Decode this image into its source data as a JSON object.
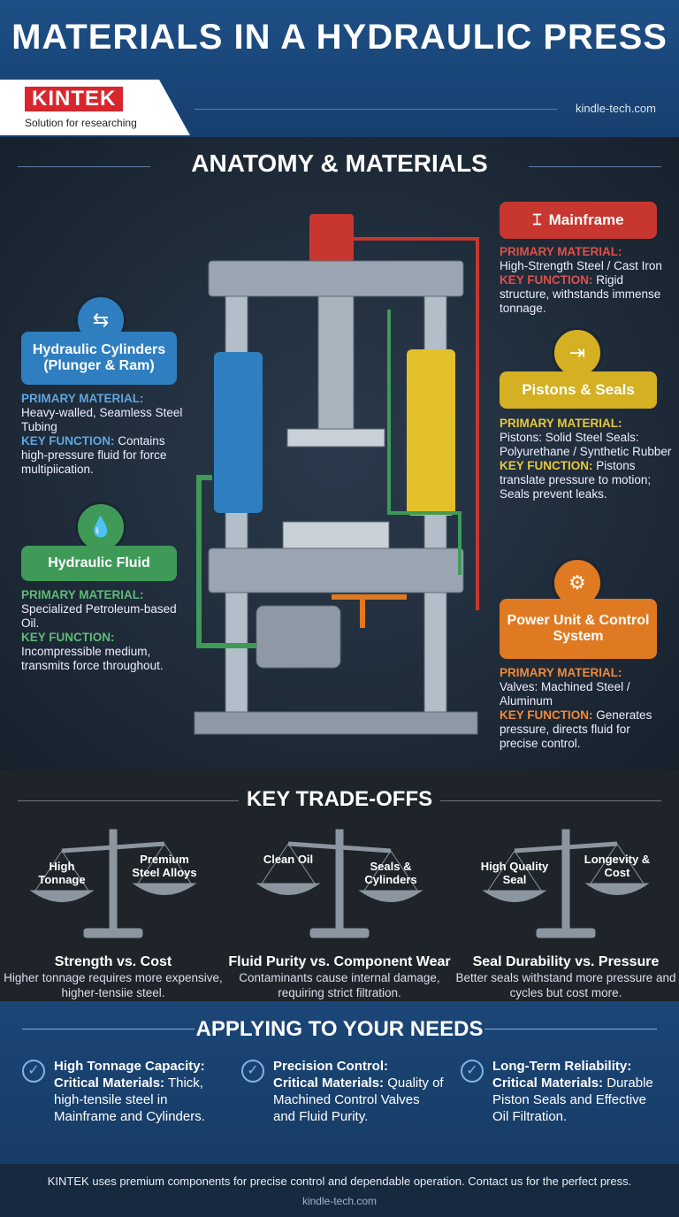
{
  "header": {
    "title": "MATERIALS IN A HYDRAULIC PRESS",
    "logo_brand": "KINTEK",
    "logo_tagline": "Solution for researching",
    "site": "kindle-tech.com"
  },
  "anatomy": {
    "title": "ANATOMY & MATERIALS",
    "components": [
      {
        "name": "Mainframe",
        "color": "#c8372f",
        "icon": "i-beam-icon",
        "primary_label": "PRIMARY MATERIAL:",
        "primary": "High-Strength Steel / Cast Iron",
        "function_label": "KEY FUNCTION:",
        "function": "Rigid structure, withstands immense tonnage."
      },
      {
        "name": "Hydraulic Cylinders (Plunger & Ram)",
        "color": "#2f7fc0",
        "icon": "cylinder-icon",
        "primary_label": "PRIMARY MATERIAL:",
        "primary": "Heavy-walled, Seamless Steel Tubing",
        "function_label": "KEY FUNCTION:",
        "function": "Contains high-pressure fluid for force multipiication."
      },
      {
        "name": "Pistons & Seals",
        "color": "#d4b022",
        "icon": "piston-icon",
        "primary_label": "PRIMARY MATERIAL:",
        "primary": "Pistons: Solid Steel Seals: Polyurethane / Synthetic Rubber",
        "function_label": "KEY FUNCTION:",
        "function": "Pistons translate pressure to motion; Seals prevent leaks."
      },
      {
        "name": "Hydraulic Fluid",
        "color": "#3f9a58",
        "icon": "fluid-drop-icon",
        "primary_label": "PRIMARY MATERIAL:",
        "primary": "Specialized Petroleum-based Oil.",
        "function_label": "KEY FUNCTION:",
        "function": "Incompressible medium, transmits force throughout."
      },
      {
        "name": "Power Unit & Control System",
        "color": "#e07a22",
        "icon": "motor-valve-icon",
        "primary_label": "PRIMARY MATERIAL:",
        "primary": "Valves: Machined Steel / Aluminum",
        "function_label": "KEY FUNCTION:",
        "function": "Generates pressure, directs fluid for precise control."
      }
    ]
  },
  "tradeoffs": {
    "title": "KEY TRADE-OFFS",
    "items": [
      {
        "left": "High Tonnage",
        "right": "Premium Steel Alloys",
        "title": "Strength vs. Cost",
        "text": "Higher tonnage requires more expensive, higher-tensiie steel."
      },
      {
        "left": "Clean Oil",
        "right": "Seals & Cylinders",
        "title": "Fluid Purity vs. Component Wear",
        "text": "Contaminants cause internal damage, requiring strict filtration."
      },
      {
        "left": "High Quality Seal",
        "right": "Longevity & Cost",
        "title": "Seal Durability vs. Pressure",
        "text": "Better seals withstand more pressure and cycles but cost more."
      }
    ]
  },
  "apply": {
    "title": "APPLYING TO YOUR NEEDS",
    "items": [
      {
        "head": "High Tonnage Capacity:",
        "label": "Critical Materials:",
        "text": "Thick, high-tensile steel in Mainframe and Cylinders."
      },
      {
        "head": "Precision Control:",
        "label": "Critical Materials:",
        "text": "Quality of Machined Control Valves and Fluid Purity."
      },
      {
        "head": "Long-Term Reliability:",
        "label": "Critical Materials:",
        "text": "Durable Piston Seals and Effective Oil Filtration."
      }
    ]
  },
  "footer": {
    "text": "KINTEK uses premium components for precise control and dependable operation. Contact us for the perfect press.",
    "site": "kindle-tech.com"
  }
}
